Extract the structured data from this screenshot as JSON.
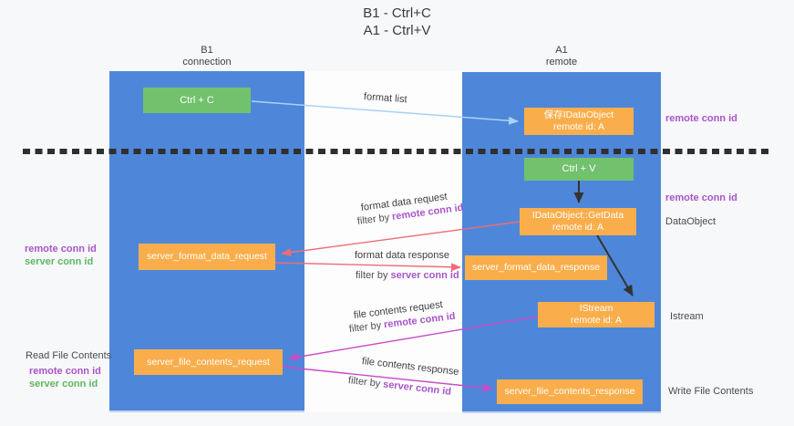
{
  "title": {
    "line1": "B1 - Ctrl+C",
    "line2": "A1 - Ctrl+V"
  },
  "columns": {
    "left": {
      "name": "B1",
      "role": "connection"
    },
    "right": {
      "name": "A1",
      "role": "remote"
    }
  },
  "nodes": {
    "ctrl_c": {
      "label": "Ctrl + C"
    },
    "ctrl_v": {
      "label": "Ctrl + V"
    },
    "save_dataobject": {
      "line1": "保存IDataObject",
      "line2": "remote id: A"
    },
    "getdata": {
      "line1": "IDataObject::GetData",
      "line2": "remote id: A"
    },
    "istream": {
      "line1": "IStream",
      "line2": "remote id: A"
    },
    "server_format_data_request": {
      "label": "server_format_data_request"
    },
    "server_format_data_response": {
      "label": "server_format_data_response"
    },
    "server_file_contents_request": {
      "label": "server_file_contents_request"
    },
    "server_file_contents_response": {
      "label": "server_file_contents_response"
    }
  },
  "flows": {
    "format_list": {
      "label": "format list"
    },
    "format_data_request": {
      "label": "format data request",
      "filter_prefix": "filter by",
      "filter_key": "remote conn id"
    },
    "format_data_response": {
      "label": "format data response",
      "filter_prefix": "filter by",
      "filter_key": "server conn id"
    },
    "file_contents_request": {
      "label": "file contents request",
      "filter_prefix": "filter by",
      "filter_key": "remote conn id"
    },
    "file_contents_response": {
      "label": "file contents response",
      "filter_prefix": "filter by",
      "filter_key": "server conn id"
    }
  },
  "side_labels": {
    "right_top_remote_conn_id": "remote conn id",
    "right_mid_remote_conn_id": "remote conn id",
    "right_dataobject": "DataObject",
    "right_istream": "Istream",
    "right_write_file_contents": "Write File Contents",
    "left_mid_remote_conn_id": "remote conn id",
    "left_mid_server_conn_id": "server conn id",
    "left_read_file_contents": "Read File Contents",
    "left_bottom_remote_conn_id": "remote conn id",
    "left_bottom_server_conn_id": "server conn id"
  },
  "colors": {
    "lane_blue": "#4e87d9",
    "box_green": "#71c16d",
    "box_orange": "#f9ae4b",
    "arrow_light_blue": "#a9d2f3",
    "arrow_red": "#ed6d76",
    "arrow_magenta": "#cb4ac7",
    "arrow_black": "#333333",
    "text_purple": "#a855c8",
    "text_green": "#5cb860",
    "text_dark": "#3f3f3f"
  }
}
